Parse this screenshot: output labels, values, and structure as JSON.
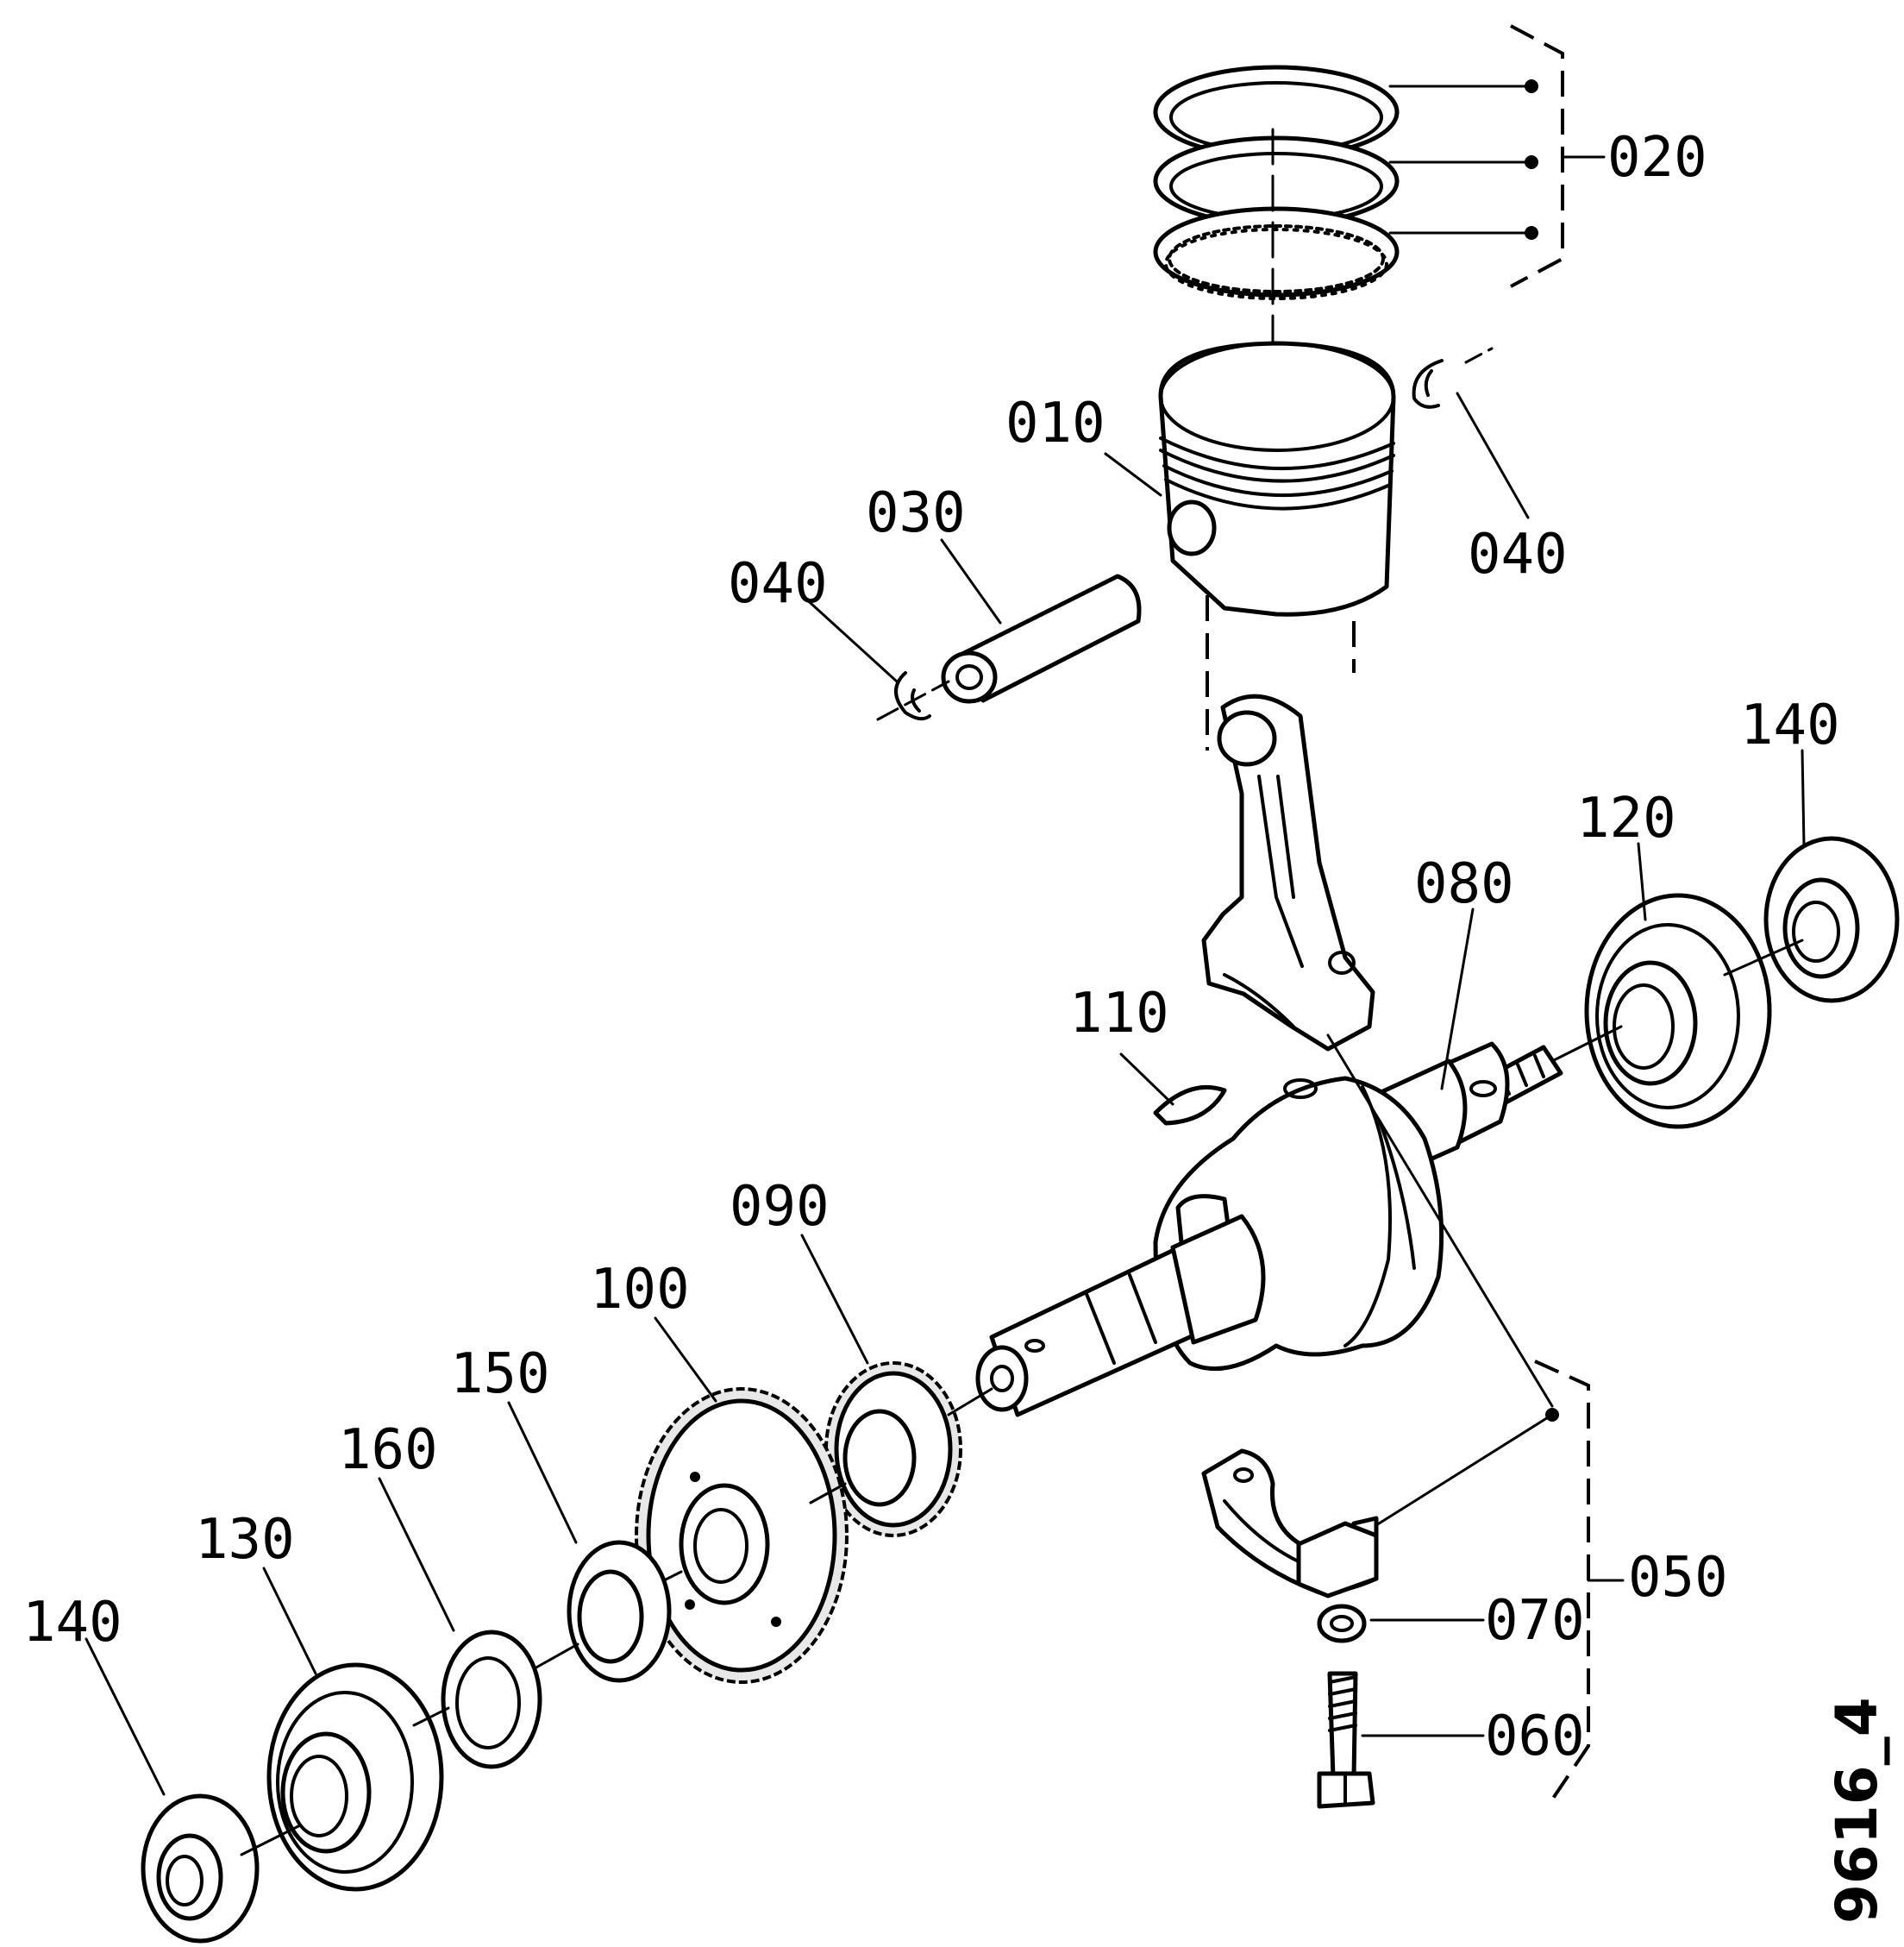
{
  "diagram": {
    "drawing_code": "9616_4",
    "callouts": {
      "piston": "010",
      "piston_rings": "020",
      "piston_pin": "030",
      "circlip_left": "040",
      "circlip_right": "040",
      "connecting_rod_cap_set": "050",
      "bolt": "060",
      "washer": "070",
      "crankshaft": "080",
      "gear_small": "090",
      "gear_large": "100",
      "key": "110",
      "bearing_right": "120",
      "bearing_left": "130",
      "seal_right": "140",
      "seal_left": "140",
      "spacer": "150",
      "shim": "160"
    }
  }
}
